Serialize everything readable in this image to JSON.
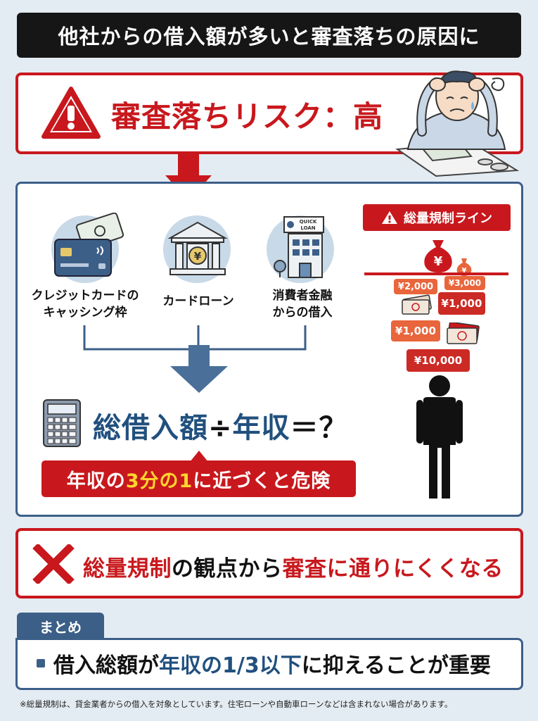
{
  "title": "他社からの借入額が多いと審査落ちの原因に",
  "risk": {
    "label": "審査落ちリスク：高"
  },
  "sources": [
    {
      "label_line1": "クレジットカードの",
      "label_line2": "キャッシング枠",
      "icon": "credit-card-icon"
    },
    {
      "label_line1": "カードローン",
      "label_line2": "",
      "icon": "bank-icon"
    },
    {
      "label_line1": "消費者金融",
      "label_line2": "からの借入",
      "icon": "building-icon",
      "sign_line1": "QUICK",
      "sign_line2": "LOAN"
    }
  ],
  "formula": {
    "left": "総借入額",
    "op": "÷",
    "right": "年収",
    "eq": "＝？"
  },
  "danger": {
    "pre": "年収の",
    "highlight": "3分の1",
    "post": "に近づくと危険"
  },
  "regulation": {
    "badge": "総量規制ライン",
    "bills": {
      "b2000": "¥2,000",
      "b3000": "¥3,000",
      "b1000a": "¥1,000",
      "b1000b": "¥1,000",
      "b10000": "¥10,000"
    },
    "bag_symbol": "¥"
  },
  "conclusion": {
    "part1": "総量規制",
    "part2": "の観点から",
    "part3": "審査に通りにくくなる"
  },
  "summary": {
    "tab": "まとめ",
    "pre": "借入総額が",
    "highlight": "年収の1/3以下",
    "post": "に抑えることが重要"
  },
  "footnote": "※総量規制は、貸金業者からの借入を対象としています。住宅ローンや自動車ローンなどは含まれない場合があります。",
  "colors": {
    "red": "#c8181d",
    "navy": "#3c5f88",
    "formula_blue": "#21507e",
    "yellow": "#ffd52e"
  }
}
